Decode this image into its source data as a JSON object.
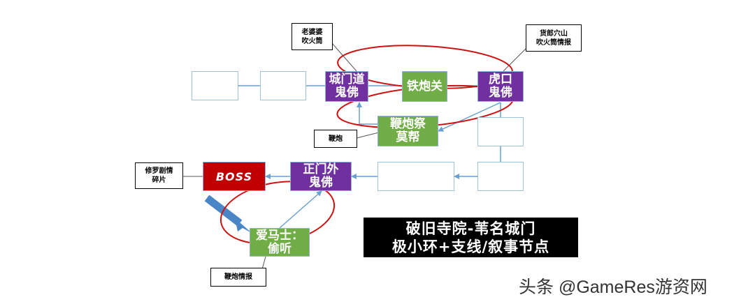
{
  "colors": {
    "purple": "#7030a0",
    "green": "#70ad47",
    "red": "#c00000",
    "connector": "#6a9fd1",
    "highlight_ring": "#d01010",
    "caption_bg": "#000000"
  },
  "nodes": {
    "cheng_men_dao": {
      "line1": "城门道",
      "line2": "鬼佛"
    },
    "tie_pao_guan": {
      "line1": "铁炮关"
    },
    "hu_kou": {
      "line1": "虎口",
      "line2": "鬼佛"
    },
    "bian_pao_ji": {
      "line1": "鞭炮祭",
      "line2": "莫帮"
    },
    "zheng_men_wai": {
      "line1": "正门外",
      "line2": "鬼佛"
    },
    "boss": {
      "line1": "BOSS"
    },
    "ai_ma_shi": {
      "line1": "爱马士：",
      "line2": "偷听"
    }
  },
  "callouts": {
    "lao_popo": {
      "line1": "老婆婆",
      "line2": "吹火筒"
    },
    "huo_lang": {
      "line1": "货郎穴山",
      "line2": "吹火筒情报"
    },
    "bian_pao": {
      "line1": "鞭炮"
    },
    "xiu_luo": {
      "line1": "修罗剧情",
      "line2": "碎片"
    },
    "bian_pao_qingbao": {
      "line1": "鞭炮情报"
    }
  },
  "caption": {
    "line1": "破旧寺院-苇名城门",
    "line2": "极小环+支线/叙事节点"
  },
  "watermark": "头条 @GameRes游资网"
}
